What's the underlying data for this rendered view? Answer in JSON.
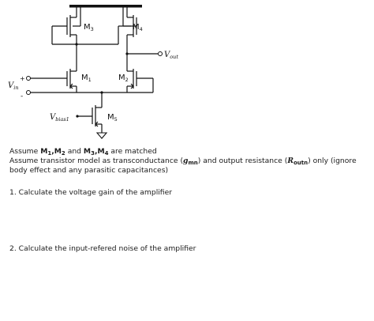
{
  "circuit": {
    "labels": {
      "m3": "M",
      "m3_sub": "3",
      "m4": "M",
      "m4_sub": "4",
      "m1": "M",
      "m1_sub": "1",
      "m2": "M",
      "m2_sub": "2",
      "m5": "M",
      "m5_sub": "5",
      "vout": "V",
      "vout_sub": "out",
      "vin": "V",
      "vin_sub": "in",
      "vbias": "V",
      "vbias_sub": "bias1",
      "plus": "+",
      "minus": "-"
    }
  },
  "text": {
    "assume1": {
      "prefix": "Assume ",
      "a": "M",
      "a_sub": "1",
      "sep1": ",",
      "b": "M",
      "b_sub": "2",
      "and": " and ",
      "c": "M",
      "c_sub": "3",
      "sep2": ",",
      "d": "M",
      "d_sub": "4",
      "suffix": " are matched"
    },
    "assume2": {
      "part1": "Assume transistor model as transconductance (",
      "g": "g",
      "g_sub": "mn",
      "part2": ") and output resistance (",
      "r": "R",
      "r_sub": "outn",
      "part3": ") only (ignore body effect and any parasitic capacitances)"
    },
    "q1": "1. Calculate the voltage gain of the amplifier",
    "q2": "2. Calculate the input-refered noise of the amplifier"
  }
}
